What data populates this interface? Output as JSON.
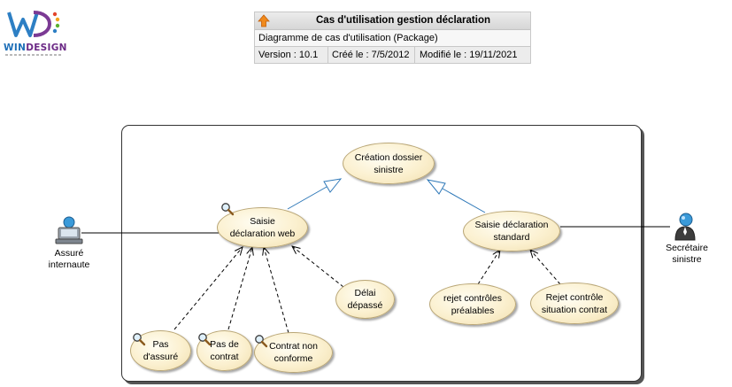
{
  "logo": {
    "part1": "WIN",
    "part2": "DESIGN"
  },
  "header": {
    "title": "Cas d'utilisation gestion déclaration",
    "diagram_type": "Diagramme de cas d'utilisation (Package)",
    "version": "Version : 10.1",
    "created": "Créé le : 7/5/2012",
    "modified": "Modifié le : 19/11/2021"
  },
  "actors": {
    "assure": {
      "line1": "Assuré",
      "line2": "internaute"
    },
    "secretaire": {
      "line1": "Secrétaire",
      "line2": "sinistre"
    }
  },
  "use_cases": {
    "creation": {
      "line1": "Création dossier",
      "line2": "sinistre"
    },
    "saisie_web": {
      "line1": "Saisie",
      "line2": "déclaration web"
    },
    "saisie_standard": {
      "line1": "Saisie déclaration",
      "line2": "standard"
    },
    "delai": {
      "line1": "Délai",
      "line2": "dépassé"
    },
    "pas_assure": {
      "line1": "Pas",
      "line2": "d'assuré"
    },
    "pas_contrat": {
      "line1": "Pas de",
      "line2": "contrat"
    },
    "contrat_non_conforme": {
      "line1": "Contrat non",
      "line2": "conforme"
    },
    "rejet_prealables": {
      "line1": "rejet contrôles",
      "line2": "préalables"
    },
    "rejet_situation": {
      "line1": "Rejet contrôle",
      "line2": "situation contrat"
    }
  },
  "colors": {
    "generalization": "#2e78b8",
    "use_case_fill": "#fbf0cf",
    "use_case_border": "#b9a676"
  }
}
